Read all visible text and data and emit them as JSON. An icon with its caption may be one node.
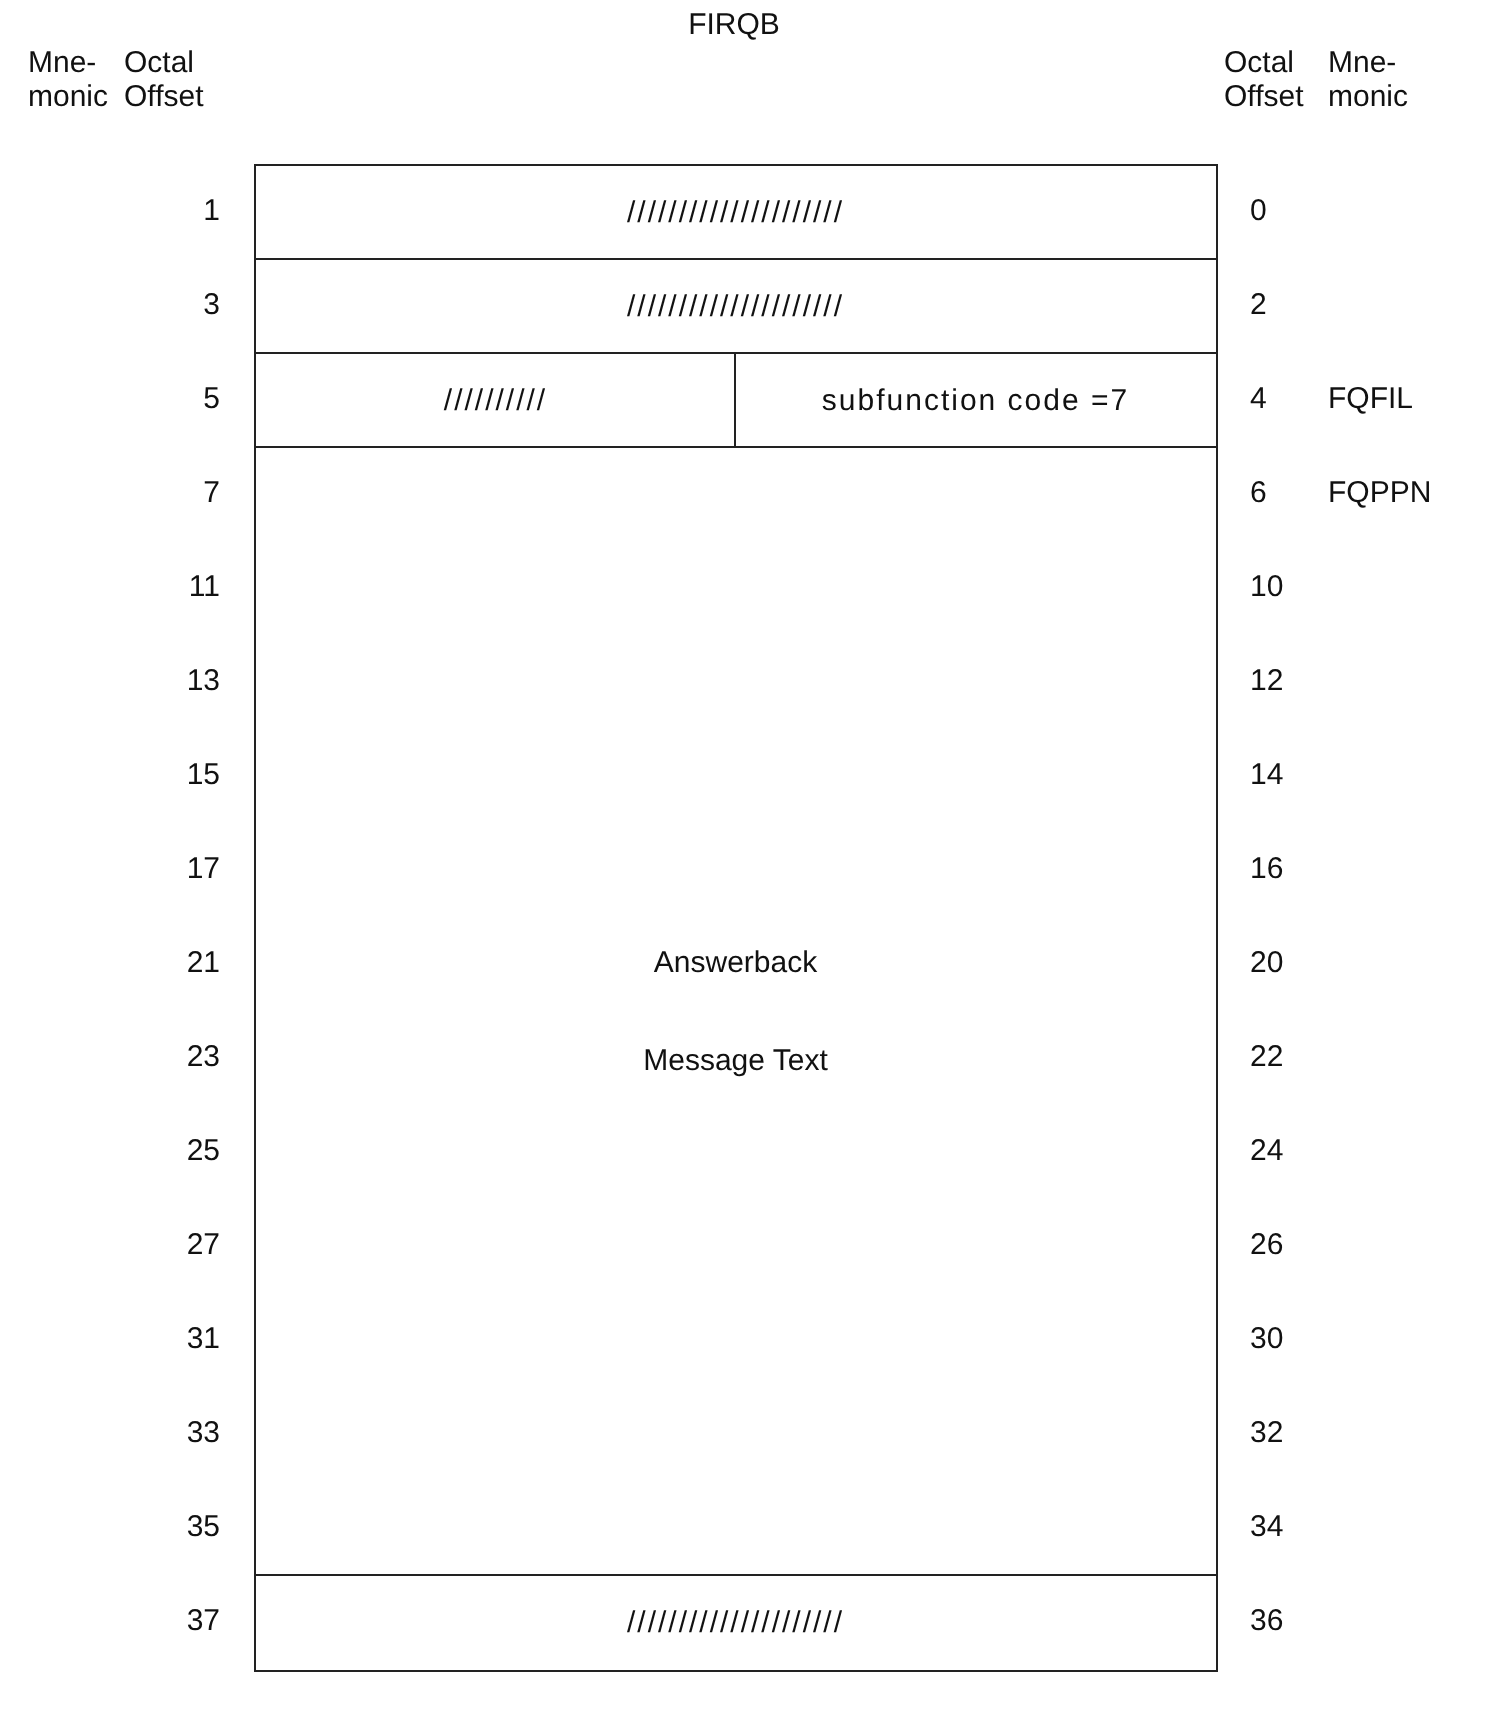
{
  "diagram": {
    "title": "FIRQB",
    "nodes": [
      {
        "text": [
          "/////////////////////"
        ]
      },
      {
        "text": [
          "/////////////////////"
        ]
      },
      {
        "text": [
          "//////////"
        ]
      },
      {
        "text": [
          "subfunction code =7"
        ]
      },
      {
        "text": [
          "Answerback Message Text"
        ]
      },
      {
        "text": [
          "/////////////////////"
        ]
      }
    ],
    "labels": [
      "Mne- monic",
      "Octal Offset",
      "Octal Offset",
      "Mne- monic",
      "1",
      "0",
      "3",
      "2",
      "5",
      "4",
      "FQFIL",
      "7",
      "6",
      "FQPPN",
      "11",
      "10",
      "13",
      "12",
      "15",
      "14",
      "17",
      "16",
      "21",
      "20",
      "23",
      "22",
      "25",
      "24",
      "27",
      "26",
      "31",
      "30",
      "33",
      "32",
      "35",
      "34",
      "37",
      "36"
    ]
  }
}
